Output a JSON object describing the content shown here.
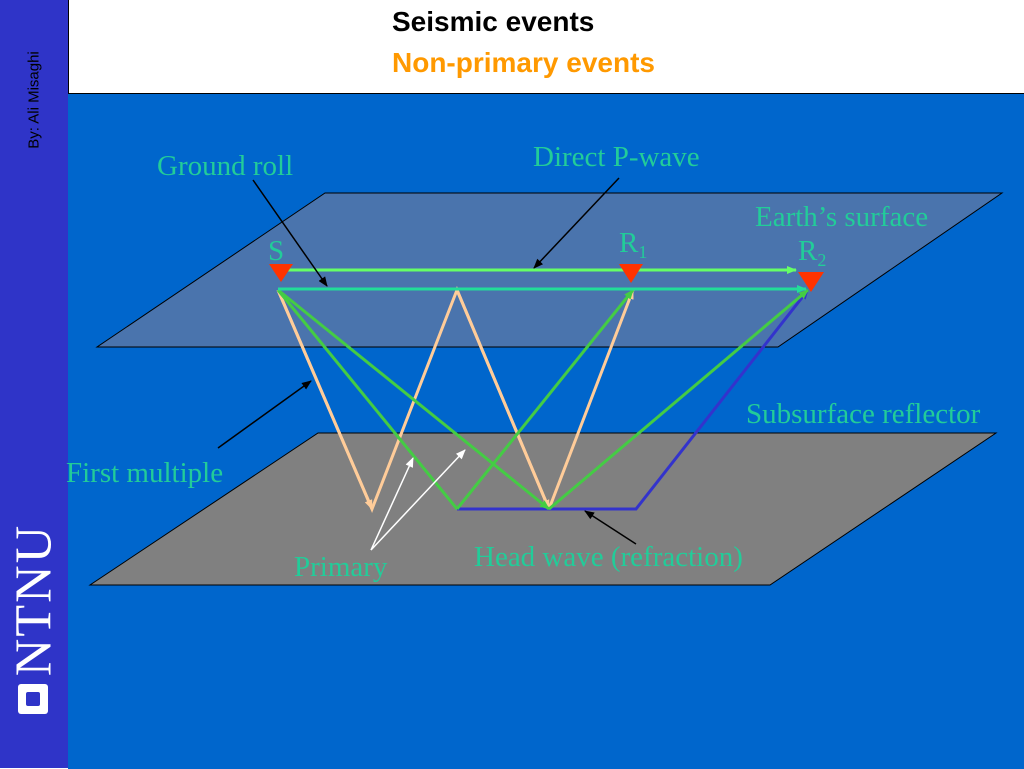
{
  "header": {
    "title": "Seismic events",
    "subtitle": "Non-primary events"
  },
  "sidebar": {
    "author": "By: Ali Misaghi",
    "logo_text": "NTNU"
  },
  "diagram": {
    "labels": {
      "ground_roll": "Ground roll",
      "direct_p_wave": "Direct P-wave",
      "earths_surface": "Earth’s surface",
      "source": "S",
      "r1": "R",
      "r1_sub": "1",
      "r2": "R",
      "r2_sub": "2",
      "subsurface_reflector": "Subsurface reflector",
      "first_multiple": "First multiple",
      "primary": "Primary",
      "head_wave": "Head wave (refraction)"
    },
    "colors": {
      "background": "#0066cc",
      "surface_plane": "#4a74ad",
      "reflector_plane": "#808080",
      "label": "#22cc99",
      "direct_wave": "#66ff66",
      "ground_roll_ray": "#22dd99",
      "primary_ray": "#44cc44",
      "multiple_ray": "#ffcc99",
      "head_wave_ray": "#3333cc",
      "receiver": "#ff3300",
      "pointer": "#000000",
      "primary_pointer": "#ffffff"
    }
  }
}
